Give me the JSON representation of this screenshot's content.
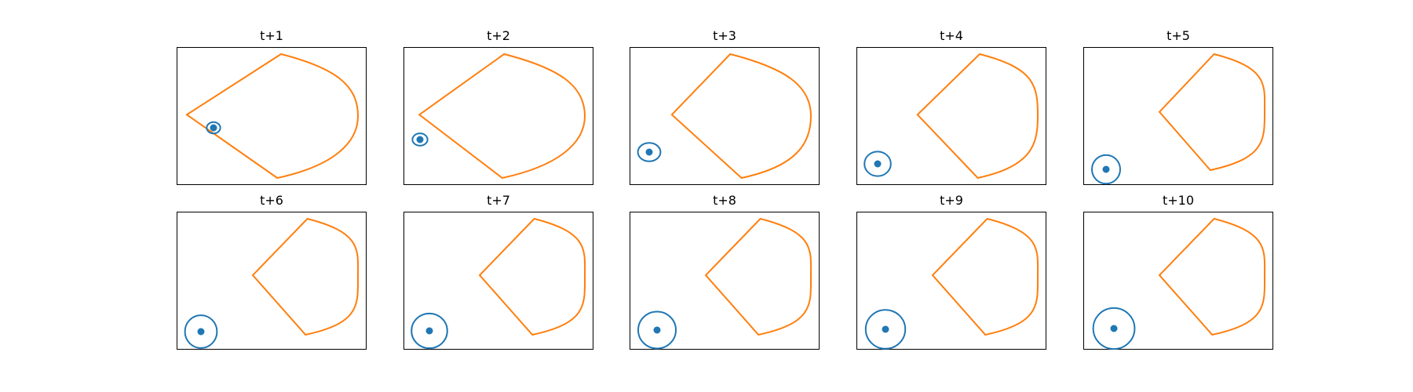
{
  "colors": {
    "region": "#ff7f0e",
    "marker": "#1f77b4",
    "frame": "#000000"
  },
  "panels": [
    {
      "title": "t+1",
      "marker_radius_x": 0.036,
      "marker_radius_y": 0.028,
      "apex_x": 0.05,
      "top_x": 0.55,
      "bottom_x": 0.53
    },
    {
      "title": "t+2",
      "marker_radius_x": 0.04,
      "marker_radius_y": 0.03,
      "apex_x": 0.08,
      "top_x": 0.53,
      "bottom_x": 0.52
    },
    {
      "title": "t+3",
      "marker_radius_x": 0.06,
      "marker_radius_y": 0.045,
      "apex_x": 0.22,
      "top_x": 0.53,
      "bottom_x": 0.59
    },
    {
      "title": "t+4",
      "marker_radius_x": 0.07,
      "marker_radius_y": 0.06,
      "apex_x": 0.32,
      "top_x": 0.65,
      "bottom_x": 0.64
    },
    {
      "title": "t+5",
      "marker_radius_x": 0.075,
      "marker_radius_y": 0.07,
      "apex_x": 0.4,
      "top_x": 0.69,
      "bottom_x": 0.67
    },
    {
      "title": "t+6",
      "marker_radius_x": 0.085,
      "marker_radius_y": 0.08,
      "apex_x": 0.4,
      "top_x": 0.69,
      "bottom_x": 0.68
    },
    {
      "title": "t+7",
      "marker_radius_x": 0.095,
      "marker_radius_y": 0.085,
      "apex_x": 0.4,
      "top_x": 0.69,
      "bottom_x": 0.68
    },
    {
      "title": "t+8",
      "marker_radius_x": 0.1,
      "marker_radius_y": 0.09,
      "apex_x": 0.4,
      "top_x": 0.69,
      "bottom_x": 0.68
    },
    {
      "title": "t+9",
      "marker_radius_x": 0.105,
      "marker_radius_y": 0.095,
      "apex_x": 0.4,
      "top_x": 0.69,
      "bottom_x": 0.68
    },
    {
      "title": "t+10",
      "marker_radius_x": 0.11,
      "marker_radius_y": 0.1,
      "apex_x": 0.4,
      "top_x": 0.69,
      "bottom_x": 0.68
    }
  ]
}
